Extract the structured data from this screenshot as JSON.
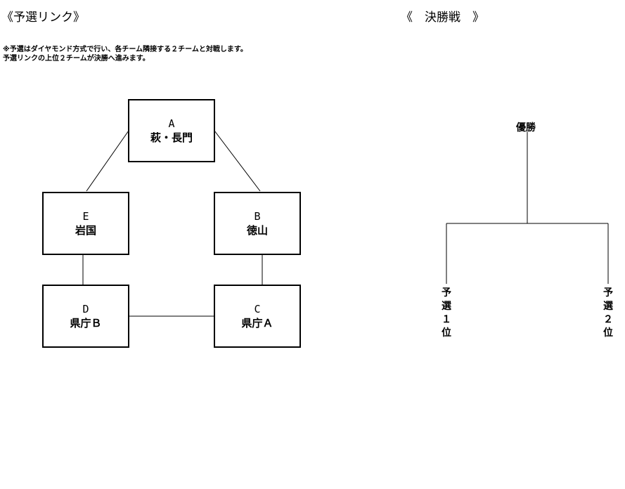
{
  "qualifier": {
    "title": "《予選リンク》",
    "note_line1": "※予選はダイヤモンド方式で行い、各チーム隣接する２チームと対戦します。",
    "note_line2": "予選リンクの上位２チームが決勝へ進みます。",
    "teams": {
      "a": {
        "letter": "A",
        "name": "萩・長門"
      },
      "b": {
        "letter": "B",
        "name": "徳山"
      },
      "c": {
        "letter": "C",
        "name": "県庁Ａ"
      },
      "d": {
        "letter": "D",
        "name": "県庁Ｂ"
      },
      "e": {
        "letter": "E",
        "name": "岩国"
      }
    }
  },
  "final": {
    "title": "《　決勝戦　》",
    "champion": "優勝",
    "left_slot": "予選１位",
    "right_slot": "予選２位"
  }
}
